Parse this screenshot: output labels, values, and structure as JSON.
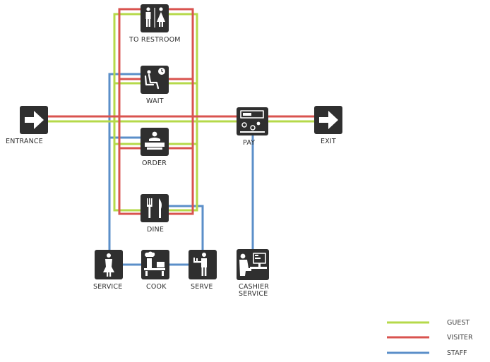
{
  "colors": {
    "guest": "#b5d94a",
    "visitor": "#d9534f",
    "staff": "#5b8fc9",
    "node": "#2f2f2f"
  },
  "nodes": {
    "entrance": {
      "label": "ENTRANCE",
      "icon": "arrow-right-icon"
    },
    "restroom": {
      "label": "TO RESTROOM",
      "icon": "restroom-icon"
    },
    "wait": {
      "label": "WAIT",
      "icon": "waiting-chair-clock-icon"
    },
    "order": {
      "label": "ORDER",
      "icon": "menu-reading-icon"
    },
    "dine": {
      "label": "DINE",
      "icon": "fork-knife-icon"
    },
    "pay": {
      "label": "PAY",
      "icon": "cash-register-icon"
    },
    "exit": {
      "label": "EXIT",
      "icon": "arrow-right-icon"
    },
    "service": {
      "label": "SERVICE",
      "icon": "server-person-icon"
    },
    "cook": {
      "label": "COOK",
      "icon": "chef-stove-icon"
    },
    "serve": {
      "label": "SERVE",
      "icon": "waiter-tray-icon"
    },
    "cashier": {
      "label_line1": "CASHIER",
      "label_line2": "SERVICE",
      "icon": "cashier-computer-icon"
    }
  },
  "legend": {
    "guest": "GUEST",
    "visitor": "VISITER",
    "staff": "STAFF"
  }
}
